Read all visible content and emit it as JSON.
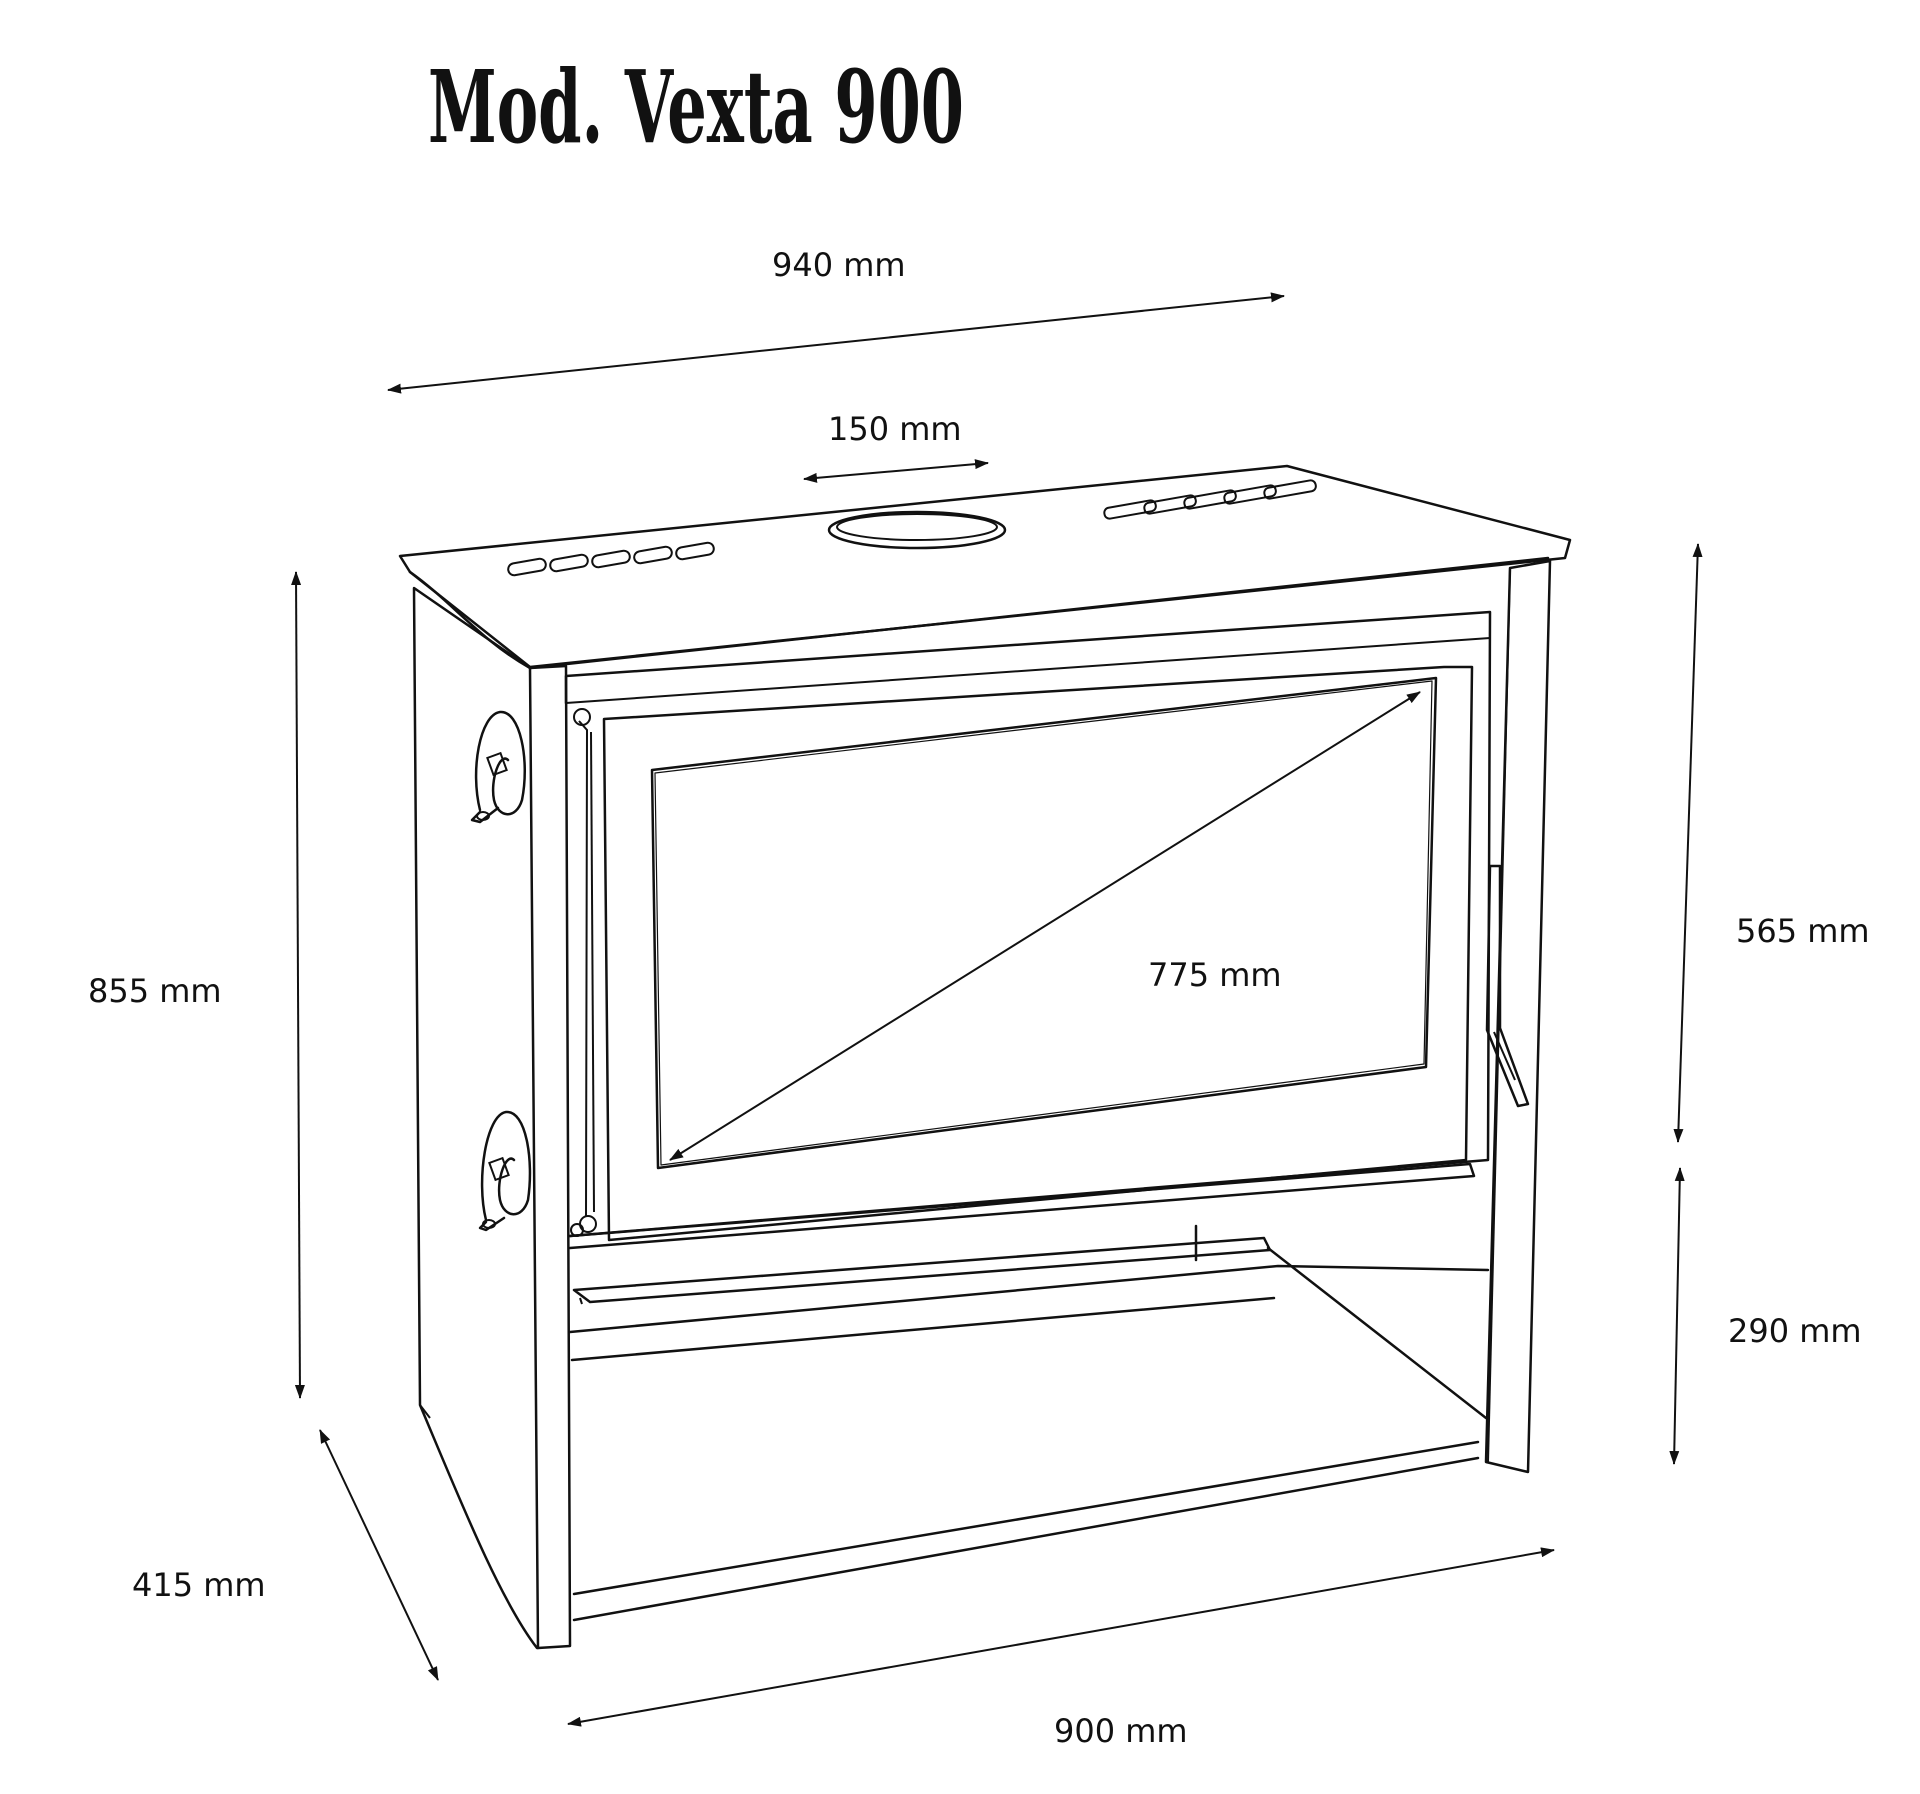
{
  "title": "Mod. Vexta 900",
  "dimensions": {
    "overall_width": "940 mm",
    "flue_diameter": "150 mm",
    "total_height": "855 mm",
    "glass_diagonal": "775 mm",
    "firebox_height": "565 mm",
    "log_store_height": "290 mm",
    "depth": "415 mm",
    "base_width": "900 mm"
  },
  "colors": {
    "line": "#111111",
    "background": "#ffffff"
  }
}
